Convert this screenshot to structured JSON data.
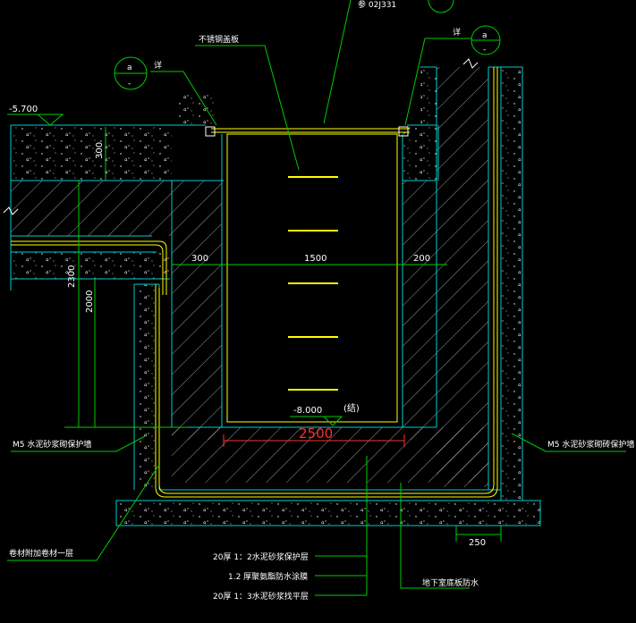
{
  "colors": {
    "background": "#000000",
    "concrete_outline": "#00cccc",
    "waterproof_layer": "#ffff00",
    "leader_line": "#00cc00",
    "dimension_text": "#ffffff",
    "dimension_red": "#ff3030",
    "hatch": "#ffffff"
  },
  "labels": {
    "top_ref": "参 02J331",
    "detail_a_letter": "a",
    "detail_a_dash": "-",
    "detail_a_word": "详",
    "detail_b_letter": "a",
    "detail_b_dash": "-",
    "detail_b_word": "详",
    "cover_plate": "不锈钢盖板",
    "m5_left": "M5 水泥砂浆砌保护墙",
    "m5_right": "M5 水泥砂浆砌砖保护墙",
    "additional_layer": "卷材附加卷材一层",
    "basement_floor_wp": "地下室底板防水",
    "layer_1": "20厚 1：2水泥砂浆保护层",
    "layer_2": "1.2  厚聚氨酯防水涂膜",
    "layer_3": "20厚 1：3水泥砂浆找平层"
  },
  "dimensions": {
    "elevation_top": "-5.700",
    "elevation_bottom": "-8.000",
    "elevation_suffix": "(结)",
    "d300_slab": "300",
    "d2300": "2300",
    "d2000": "2000",
    "d300_wall": "300",
    "d1500": "1500",
    "d200": "200",
    "d2500": "2500",
    "d250": "250"
  }
}
